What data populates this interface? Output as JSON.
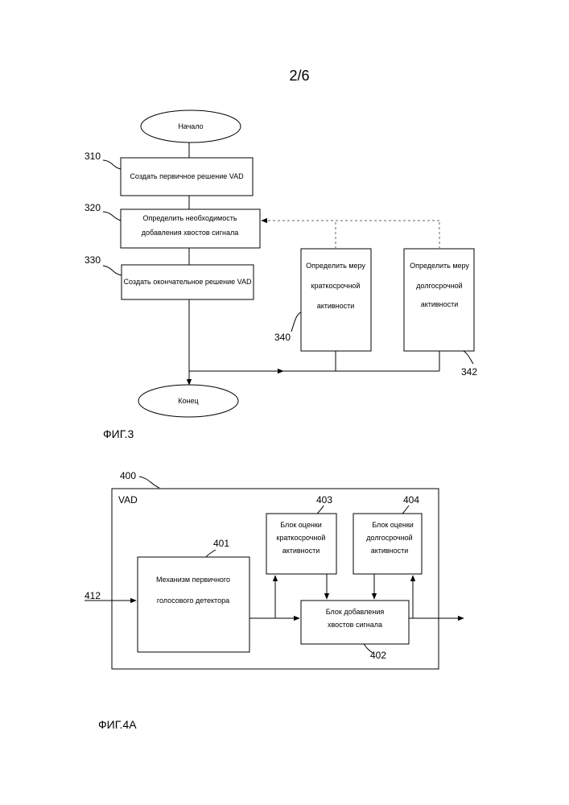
{
  "page_number": "2/6",
  "fig3": {
    "caption": "ФИГ.3",
    "start": "Начало",
    "end": "Конец",
    "step310": {
      "ref": "310",
      "text": "Создать первичное решение VAD"
    },
    "step320": {
      "ref": "320",
      "line1": "Определить необходимость",
      "line2": "добавления хвостов сигнала"
    },
    "step330": {
      "ref": "330",
      "text": "Создать окончательное решение VAD"
    },
    "step340": {
      "ref": "340",
      "line1": "Определить меру",
      "line2": "краткосрочной",
      "line3": "активности"
    },
    "step342": {
      "ref": "342",
      "line1": "Определить меру",
      "line2": "долгосрочной",
      "line3": "активности"
    }
  },
  "fig4a": {
    "caption": "ФИГ.4А",
    "ref400": "400",
    "vad_label": "VAD",
    "input_ref": "412",
    "block401": {
      "ref": "401",
      "line1": "Механизм первичного",
      "line2": "голосового детектора"
    },
    "block402": {
      "ref": "402",
      "line1": "Блок добавления",
      "line2": "хвостов сигнала"
    },
    "block403": {
      "ref": "403",
      "line1": "Блок оценки",
      "line2": "краткосрочной",
      "line3": "активности"
    },
    "block404": {
      "ref": "404",
      "line1": "Блок оценки",
      "line2": "долгосрочной",
      "line3": "активности"
    }
  }
}
